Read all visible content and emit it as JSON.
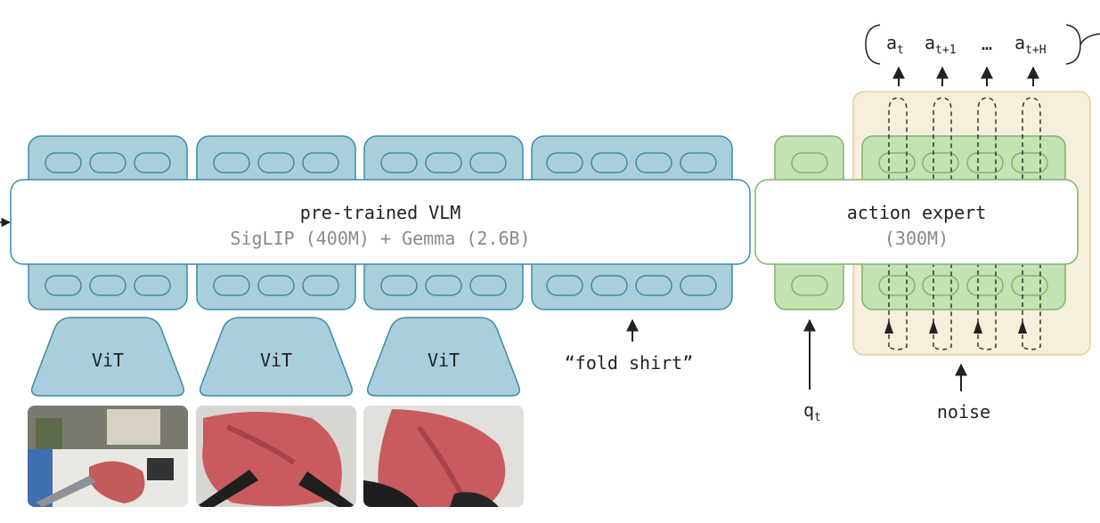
{
  "vlm": {
    "title": "pre-trained VLM",
    "subtitle": "SigLIP (400M) + Gemma (2.6B)"
  },
  "expert": {
    "title": "action expert",
    "subtitle": "(300M)"
  },
  "encoders": [
    {
      "label": "ViT"
    },
    {
      "label": "ViT"
    },
    {
      "label": "ViT"
    }
  ],
  "prompt": "“fold shirt”",
  "inputs": {
    "q": {
      "base": "q",
      "sub": "t"
    },
    "noise": "noise"
  },
  "outputs": [
    {
      "base": "a",
      "sub": "t"
    },
    {
      "base": "a",
      "sub": "t+1"
    },
    {
      "base": "",
      "sub": "",
      "text": "…"
    },
    {
      "base": "a",
      "sub": "t+H"
    }
  ],
  "colors": {
    "vlm_fill": "#a9cfdd",
    "vlm_stroke": "#3e8aa6",
    "expert_fill": "#c3e3b2",
    "expert_stroke": "#7fb46c",
    "flow_panel_fill": "#f6efdc",
    "flow_panel_stroke": "#e3cf99",
    "text_main": "#222222",
    "text_muted": "#8a8a8a"
  },
  "images": [
    {
      "name": "camera-base-view",
      "description_icon": "robot-arms-image"
    },
    {
      "name": "camera-left-wrist",
      "description_icon": "shirt-closeup-image"
    },
    {
      "name": "camera-right-wrist",
      "description_icon": "shirt-closeup-image"
    }
  ]
}
